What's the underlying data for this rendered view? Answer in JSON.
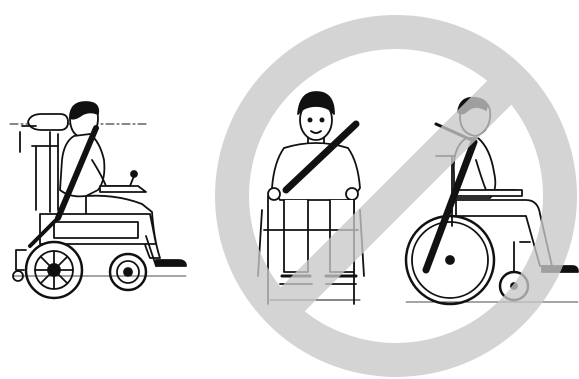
{
  "figure": {
    "correct_example": {
      "subject": "person-in-power-wheelchair",
      "restraint": "diagonal-seat-belt-anchored-to-vehicle",
      "headrest": true,
      "horizontal_reference_line": true
    },
    "incorrect_examples": [
      {
        "subject": "person-in-chair-front-view",
        "restraint": "diagonal-belt"
      },
      {
        "subject": "person-in-manual-wheelchair-side-view",
        "restraint": "diagonal-belt-over-wheelchair"
      }
    ],
    "prohibition_sign": {
      "icon": "prohibition-sign-icon",
      "color": "#c8c8c8"
    },
    "colors": {
      "ink": "#111111",
      "belt": "#1a1a1a",
      "background": "#ffffff"
    }
  }
}
